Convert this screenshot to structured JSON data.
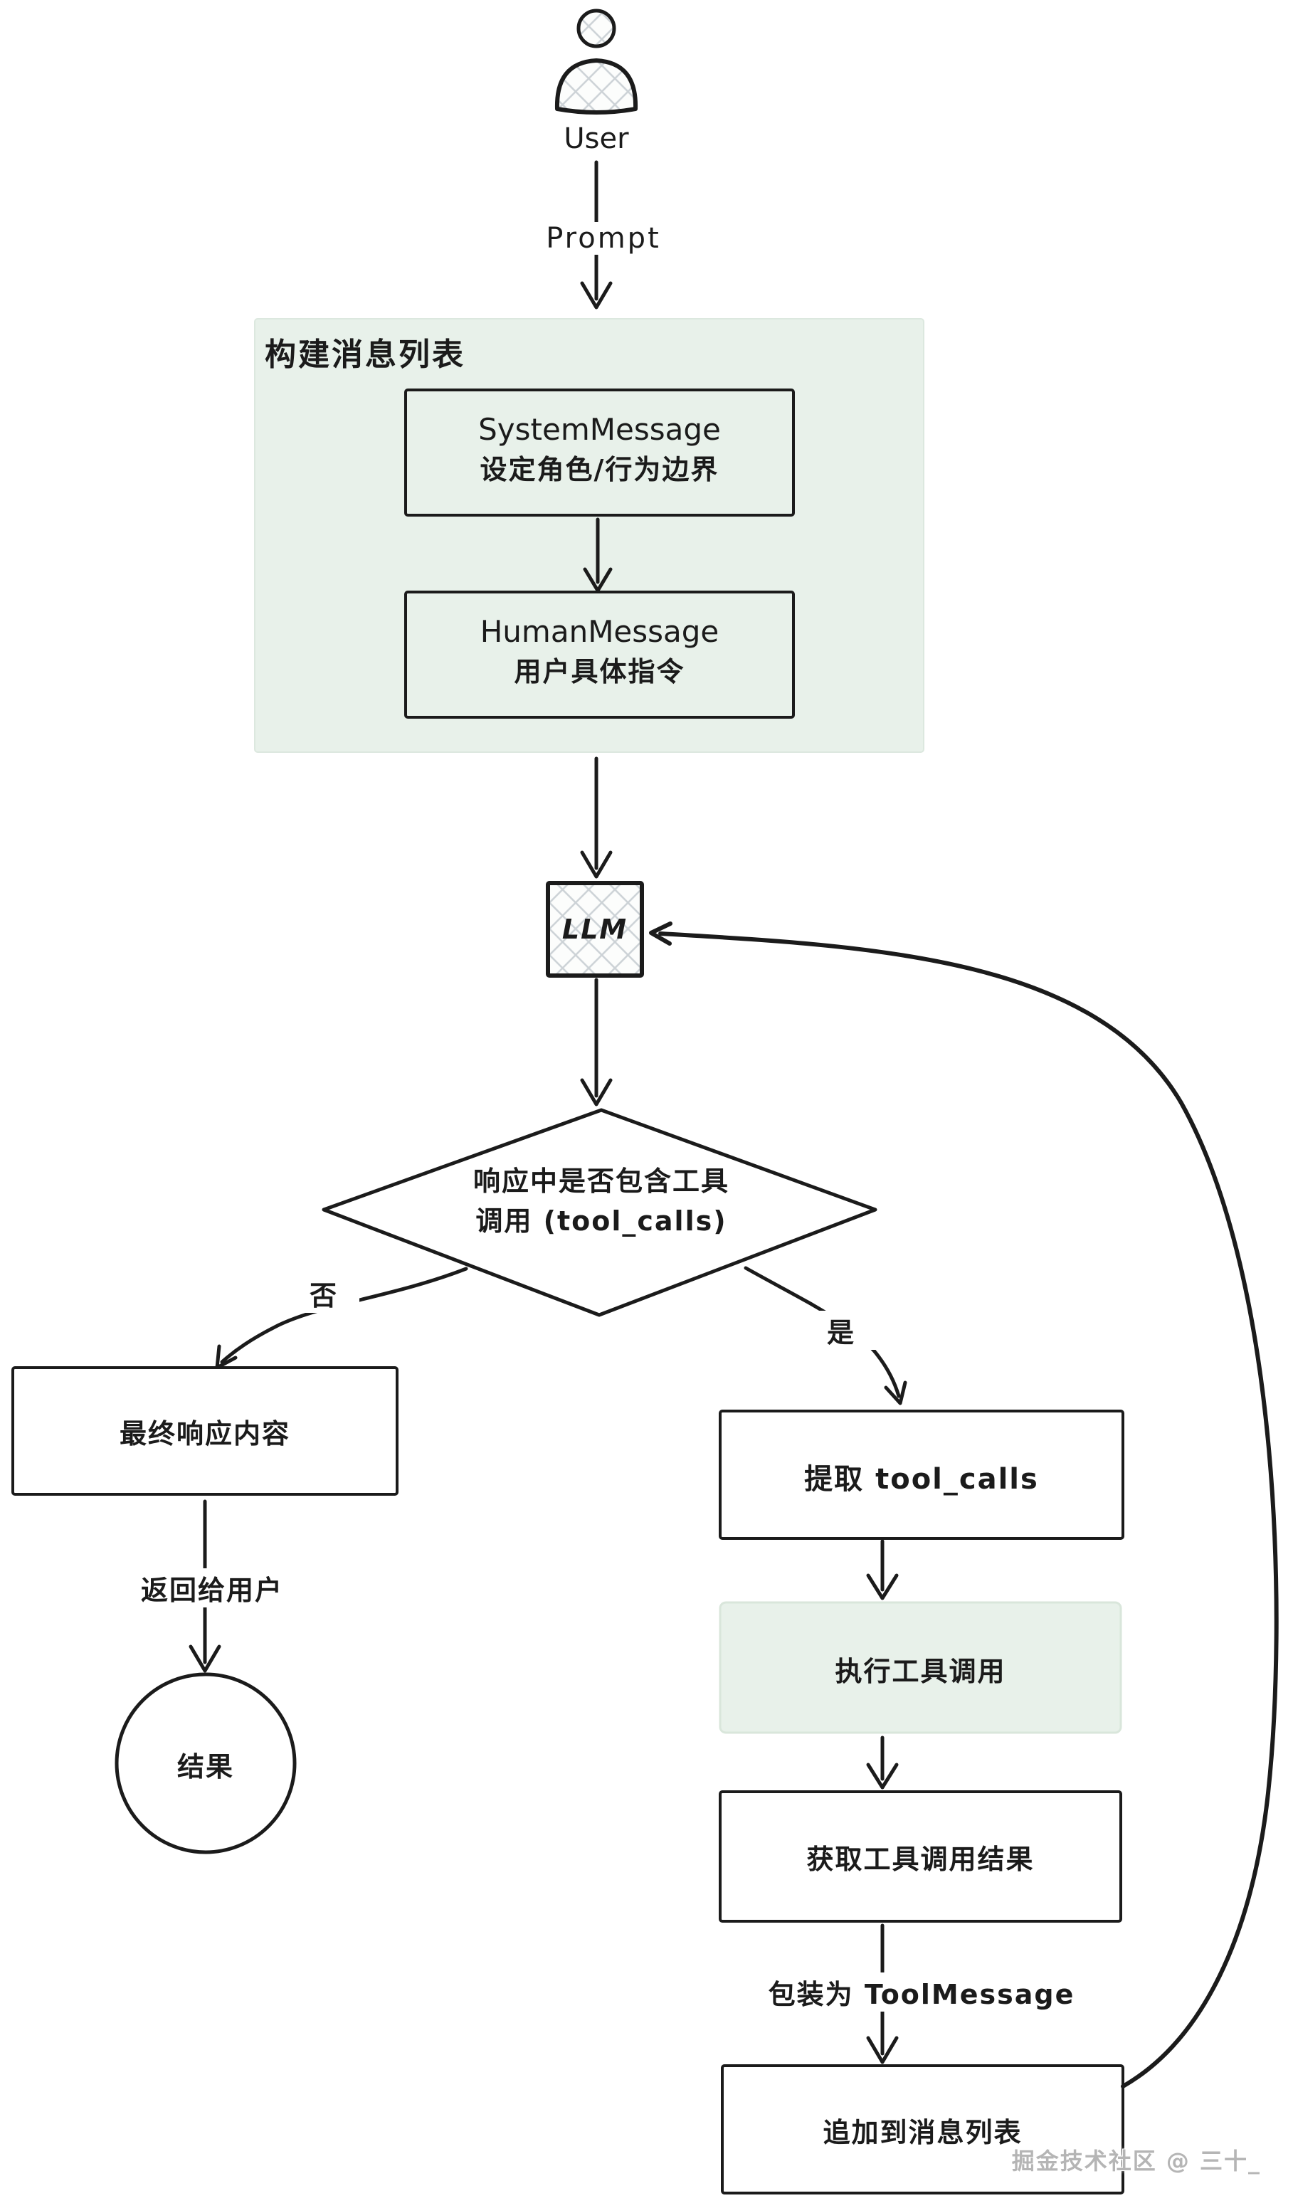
{
  "diagram": {
    "user": {
      "label": "User",
      "icon": "person-silhouette-icon"
    },
    "edges": {
      "prompt": "Prompt",
      "no": "否",
      "yes": "是",
      "return_to_user": "返回给用户",
      "wrap_as_toolmessage": "包装为 ToolMessage"
    },
    "nodes": {
      "build_messages_group": "构建消息列表",
      "system_message": {
        "line1": "SystemMessage",
        "line2": "设定角色/行为边界"
      },
      "human_message": {
        "line1": "HumanMessage",
        "line2": "用户具体指令"
      },
      "llm": "LLM",
      "decision": {
        "line1": "响应中是否包含工具",
        "line2": "调用 (tool_calls)"
      },
      "final_response": "最终响应内容",
      "result": "结果",
      "extract_tool_calls": "提取 tool_calls",
      "execute_tool_call": "执行工具调用",
      "get_tool_call_result": "获取工具调用结果",
      "append_to_message_list": "追加到消息列表"
    },
    "watermark": "掘金技术社区 @ 三十_",
    "colors": {
      "background": "#ffffff",
      "stroke": "#1b1b1b",
      "group_fill": "#e8f1ea",
      "group_border": "#dce8df",
      "hatch_line": "#ccd2d6",
      "watermark": "#b5b5b5"
    }
  }
}
